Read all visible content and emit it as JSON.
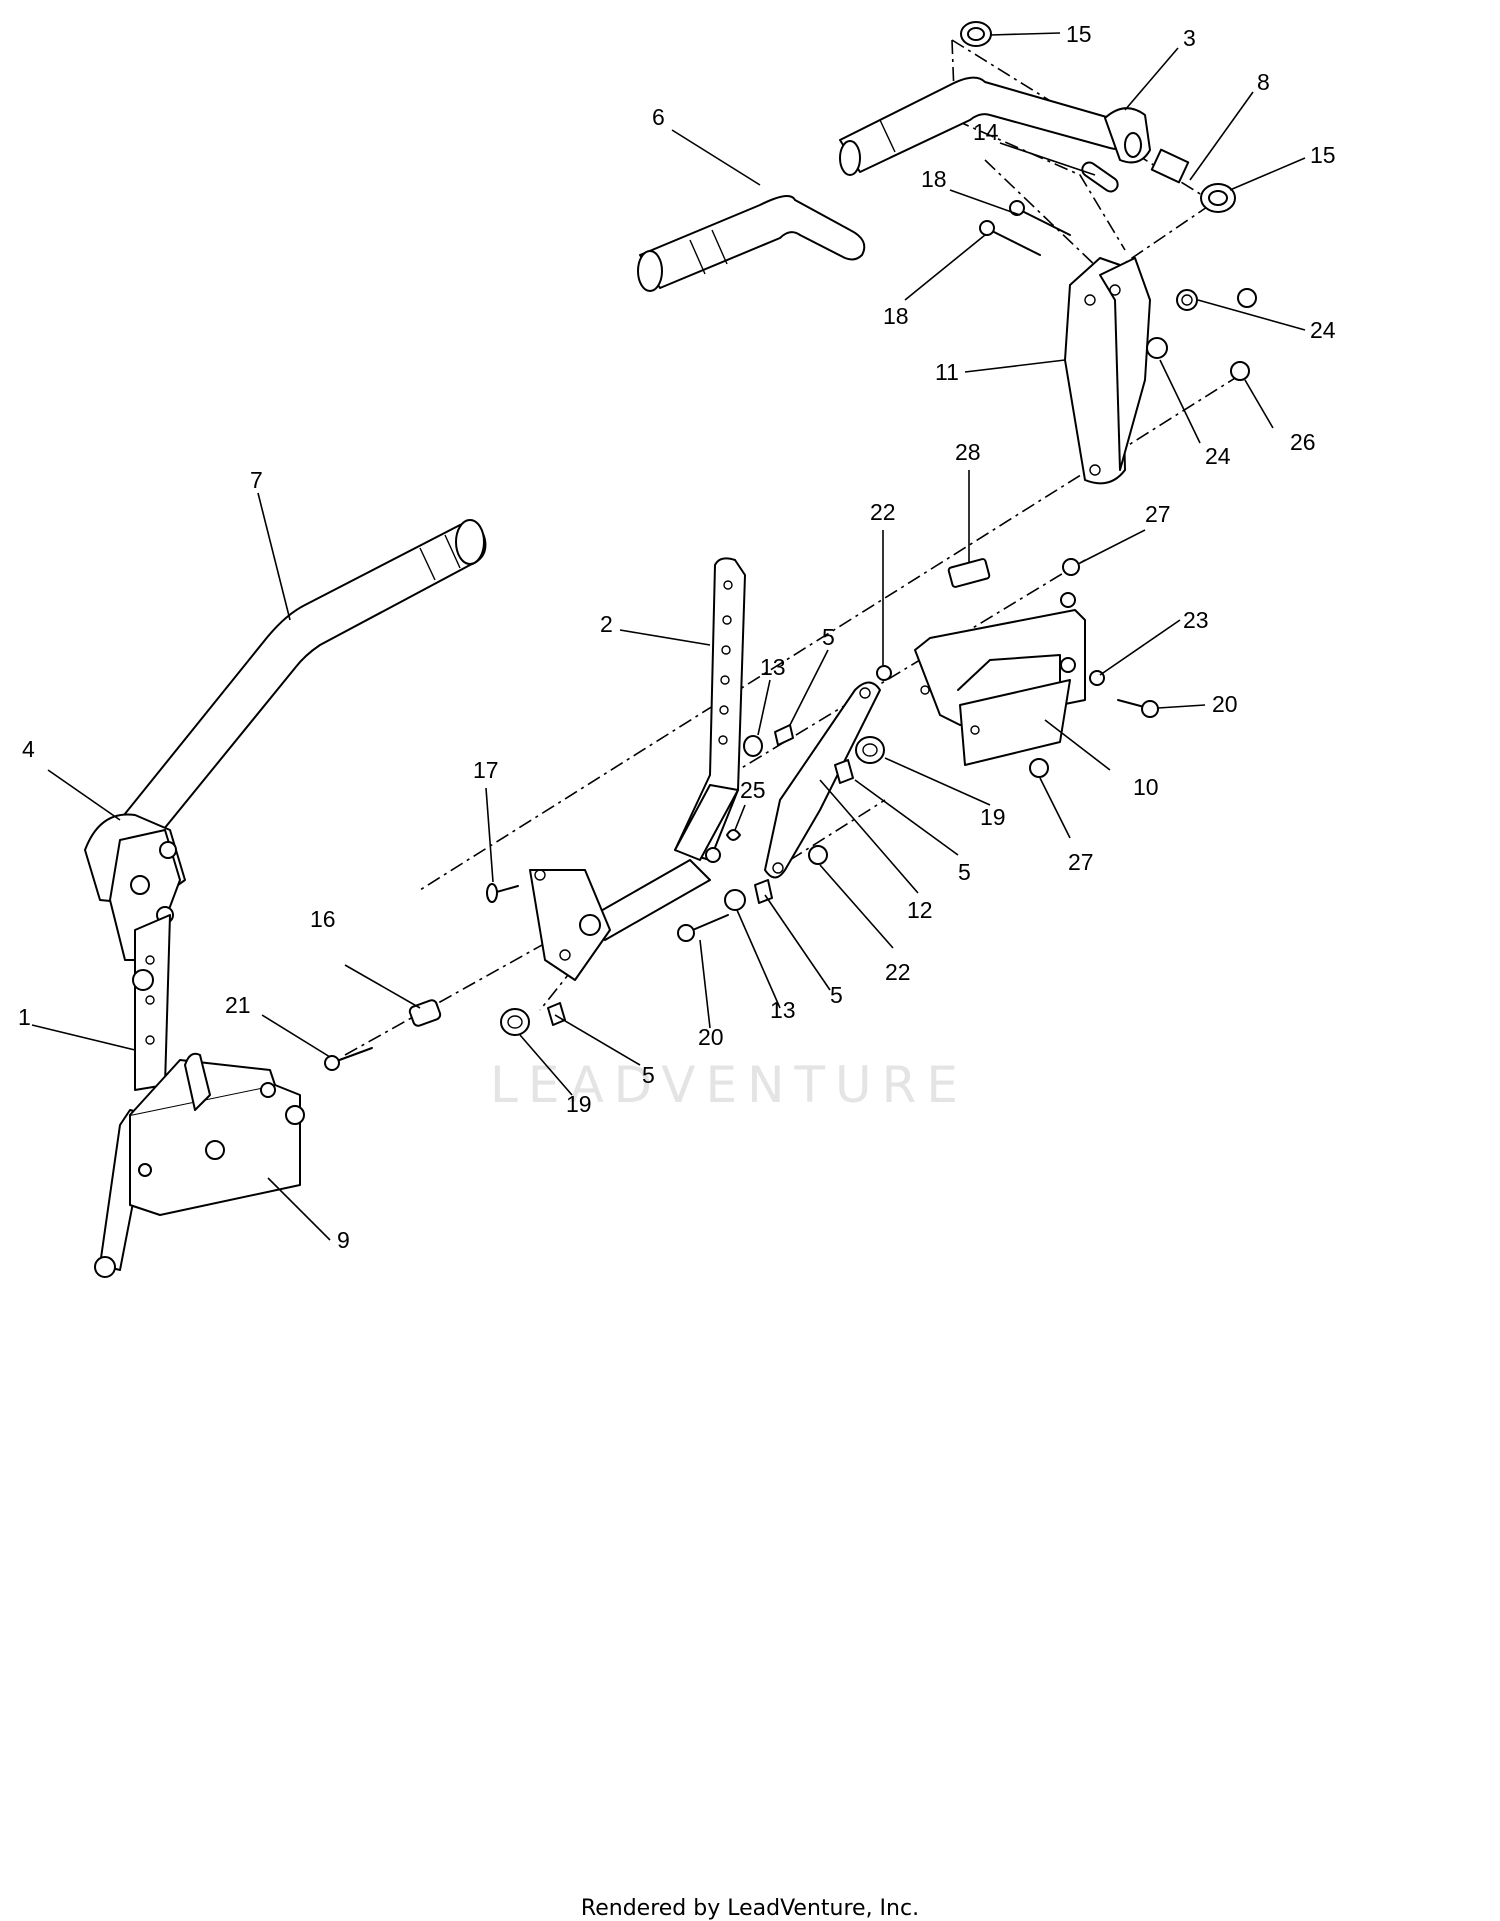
{
  "watermark": {
    "text": "LEADVENTURE"
  },
  "footer": {
    "text": "Rendered by LeadVenture, Inc."
  },
  "callouts": [
    {
      "id": "15a",
      "label": "15"
    },
    {
      "id": "3",
      "label": "3"
    },
    {
      "id": "8",
      "label": "8"
    },
    {
      "id": "15b",
      "label": "15"
    },
    {
      "id": "6",
      "label": "6"
    },
    {
      "id": "14",
      "label": "14"
    },
    {
      "id": "18a",
      "label": "18"
    },
    {
      "id": "18b",
      "label": "18"
    },
    {
      "id": "24a",
      "label": "24"
    },
    {
      "id": "11",
      "label": "11"
    },
    {
      "id": "24b",
      "label": "24"
    },
    {
      "id": "26",
      "label": "26"
    },
    {
      "id": "28",
      "label": "28"
    },
    {
      "id": "7",
      "label": "7"
    },
    {
      "id": "22a",
      "label": "22"
    },
    {
      "id": "27a",
      "label": "27"
    },
    {
      "id": "2",
      "label": "2"
    },
    {
      "id": "23",
      "label": "23"
    },
    {
      "id": "13a",
      "label": "13"
    },
    {
      "id": "5a",
      "label": "5"
    },
    {
      "id": "20a",
      "label": "20"
    },
    {
      "id": "4",
      "label": "4"
    },
    {
      "id": "17",
      "label": "17"
    },
    {
      "id": "19a",
      "label": "19"
    },
    {
      "id": "10",
      "label": "10"
    },
    {
      "id": "25",
      "label": "25"
    },
    {
      "id": "5b",
      "label": "5"
    },
    {
      "id": "27b",
      "label": "27"
    },
    {
      "id": "12",
      "label": "12"
    },
    {
      "id": "16",
      "label": "16"
    },
    {
      "id": "22b",
      "label": "22"
    },
    {
      "id": "13b",
      "label": "13"
    },
    {
      "id": "5c",
      "label": "5"
    },
    {
      "id": "21",
      "label": "21"
    },
    {
      "id": "20b",
      "label": "20"
    },
    {
      "id": "1",
      "label": "1"
    },
    {
      "id": "5d",
      "label": "5"
    },
    {
      "id": "19b",
      "label": "19"
    },
    {
      "id": "9",
      "label": "9"
    }
  ]
}
